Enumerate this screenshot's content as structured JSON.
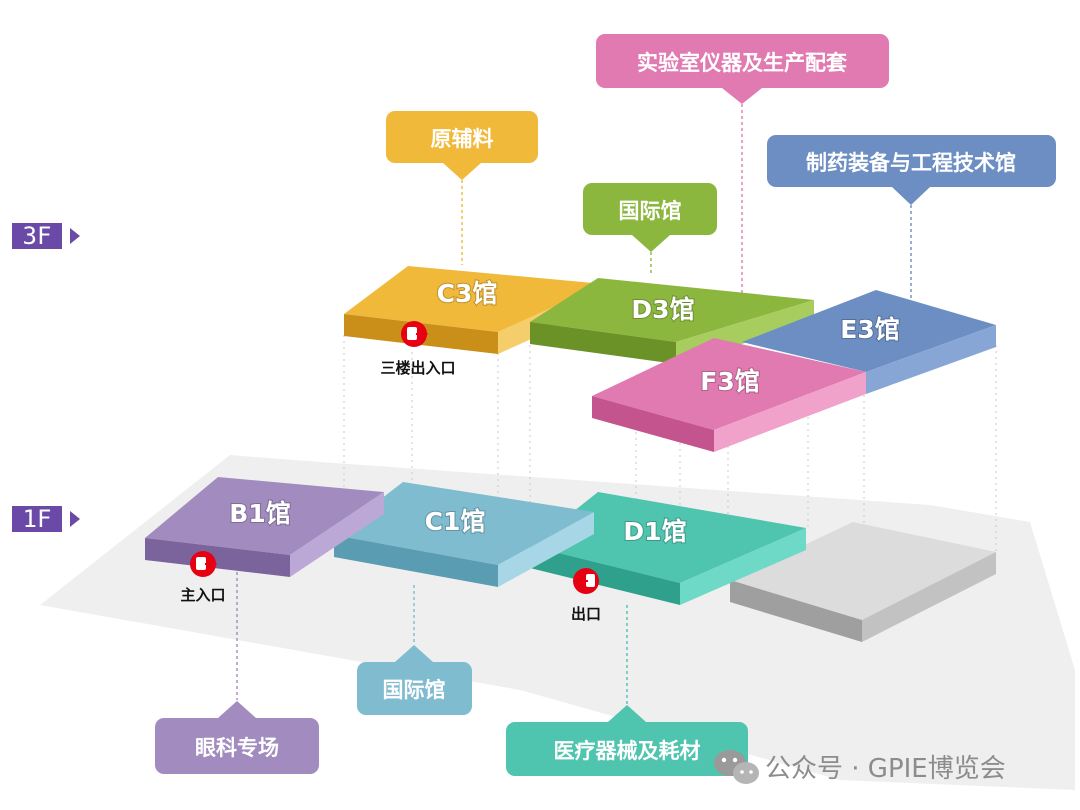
{
  "floors": {
    "third": "3F",
    "first": "1F"
  },
  "halls": {
    "c3": "C3馆",
    "d3": "D3馆",
    "e3": "E3馆",
    "f3": "F3馆",
    "b1": "B1馆",
    "c1": "C1馆",
    "d1": "D1馆"
  },
  "markers": {
    "third_floor_entrance": "三楼出入口",
    "main_entrance": "主入口",
    "exit": "出口"
  },
  "signs": {
    "lab_equipment": "实验室仪器及生产配套",
    "raw_materials": "原辅料",
    "pharma_equipment": "制药装备与工程技术馆",
    "international_3f": "国际馆",
    "international_1f": "国际馆",
    "ophthalmology": "眼科专场",
    "medical_devices": "医疗器械及耗材"
  },
  "watermark": {
    "text": "公众号 · GPIE博览会",
    "icon": "wechat-icon"
  },
  "colors": {
    "c3": "#f0b93a",
    "d3": "#8bb73f",
    "e3": "#6d8ec2",
    "f3": "#e07ab0",
    "b1": "#a18bbf",
    "c1": "#7fbcd0",
    "d1": "#4fc4ae",
    "blank_hall": "#d8d8d8",
    "floor_marker": "#6a4aa6",
    "entrance_icon": "#e60012"
  }
}
